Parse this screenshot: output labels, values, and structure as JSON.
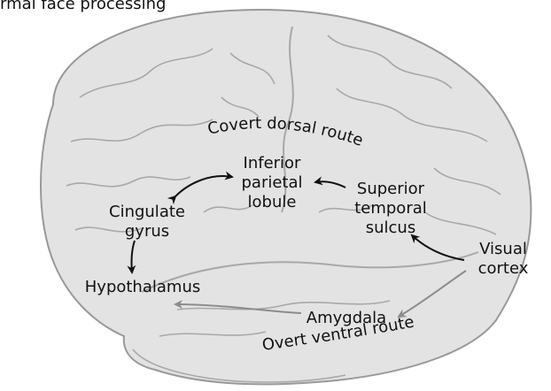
{
  "title": "rmal face processing",
  "routes": {
    "dorsal": "Covert dorsal route",
    "ventral": "Overt ventral route"
  },
  "regions": {
    "inferior_parietal_lobule": [
      "Inferior",
      "parietal",
      "lobule"
    ],
    "superior_temporal_sulcus": [
      "Superior",
      "temporal",
      "sulcus"
    ],
    "cingulate_gyrus": [
      "Cingulate",
      "gyrus"
    ],
    "hypothalamus": "Hypothalamus",
    "visual_cortex": [
      "Visual",
      "cortex"
    ],
    "amygdala": "Amygdala"
  },
  "colors": {
    "brain_fill": "#e4e3e3",
    "brain_stroke": "#9a9999",
    "sulcus": "#a9a8a8",
    "dorsal_arrow": "#111111",
    "ventral_arrow": "#8c8c8c"
  }
}
